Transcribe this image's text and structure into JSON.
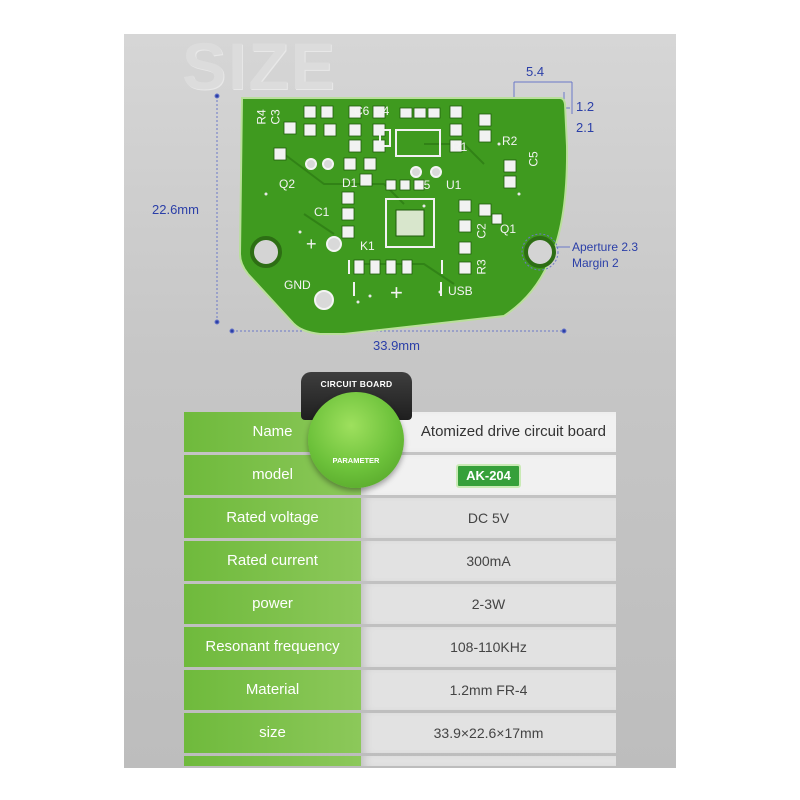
{
  "header": {
    "title": "SIZE"
  },
  "diagram": {
    "height_label": "22.6mm",
    "width_label": "33.9mm",
    "pad_width_label": "5.4",
    "offset_label_1": "1.2",
    "offset_label_2": "2.1",
    "hole_label_line1": "Aperture 2.3",
    "hole_label_line2": "Margin 2",
    "silkscreen": {
      "r4": "R4",
      "c3": "C3",
      "c6": "C6",
      "c4": "C4",
      "r1": "R1",
      "r2": "R2",
      "c5": "C5",
      "q2": "Q2",
      "d1": "D1",
      "r5": "R5",
      "u1": "U1",
      "c1": "C1",
      "c2": "C2",
      "q1": "Q1",
      "k1": "K1",
      "r3": "R3",
      "gnd": "GND",
      "usb": "USB",
      "plus": "+"
    }
  },
  "badge": {
    "tab_label": "CIRCUIT BOARD",
    "circle_label": "PARAMETER"
  },
  "table": {
    "rows": [
      {
        "label": "Name",
        "value": "Atomized drive circuit board"
      },
      {
        "label": "model",
        "value": "AK-204"
      },
      {
        "label": "Rated voltage",
        "value": "DC 5V"
      },
      {
        "label": "Rated current",
        "value": "300mA"
      },
      {
        "label": "power",
        "value": "2-3W"
      },
      {
        "label": "Resonant frequency",
        "value": "108-110KHz"
      },
      {
        "label": "Material",
        "value": "1.2mm FR-4"
      },
      {
        "label": "size",
        "value": "33.9×22.6×17mm"
      }
    ]
  },
  "colors": {
    "pcb_green": "#3f9a1f",
    "table_green": "#6fba3c",
    "dimension_blue": "#2b3fa8"
  }
}
